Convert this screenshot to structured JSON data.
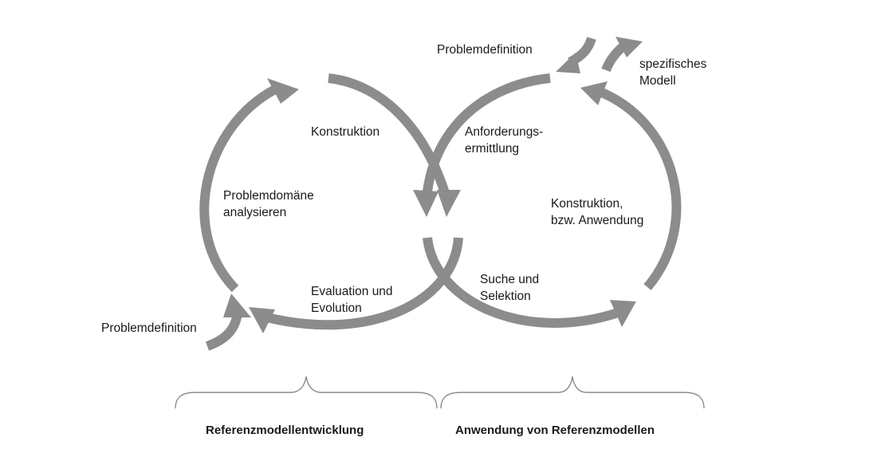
{
  "colors": {
    "arrow": "#8c8c8c",
    "brace": "#8c8c8c",
    "text": "#1a1a1a",
    "background": "#ffffff"
  },
  "labels": {
    "problemdefinition_top": "Problemdefinition",
    "spezifisches_modell_1": "spezifisches",
    "spezifisches_modell_2": "Modell",
    "konstruktion": "Konstruktion",
    "anforderungs_1": "Anforderungs-",
    "anforderungs_2": "ermittlung",
    "problemdomaene_1": "Problemdomäne",
    "problemdomaene_2": "analysieren",
    "konstruktion_anwendung_1": "Konstruktion,",
    "konstruktion_anwendung_2": "bzw. Anwendung",
    "evaluation_1": "Evaluation und",
    "evaluation_2": "Evolution",
    "suche_1": "Suche und",
    "suche_2": "Selektion",
    "problemdefinition_bottom": "Problemdefinition"
  },
  "footer": {
    "left_title": "Referenzmodellentwicklung",
    "right_title": "Anwendung von Referenzmodellen"
  },
  "icons": {
    "left_cycle": "circular-arrow-icon",
    "right_cycle": "circular-arrow-icon",
    "input_arrow": "curved-arrow-icon",
    "output_arrow": "curved-arrow-icon"
  }
}
